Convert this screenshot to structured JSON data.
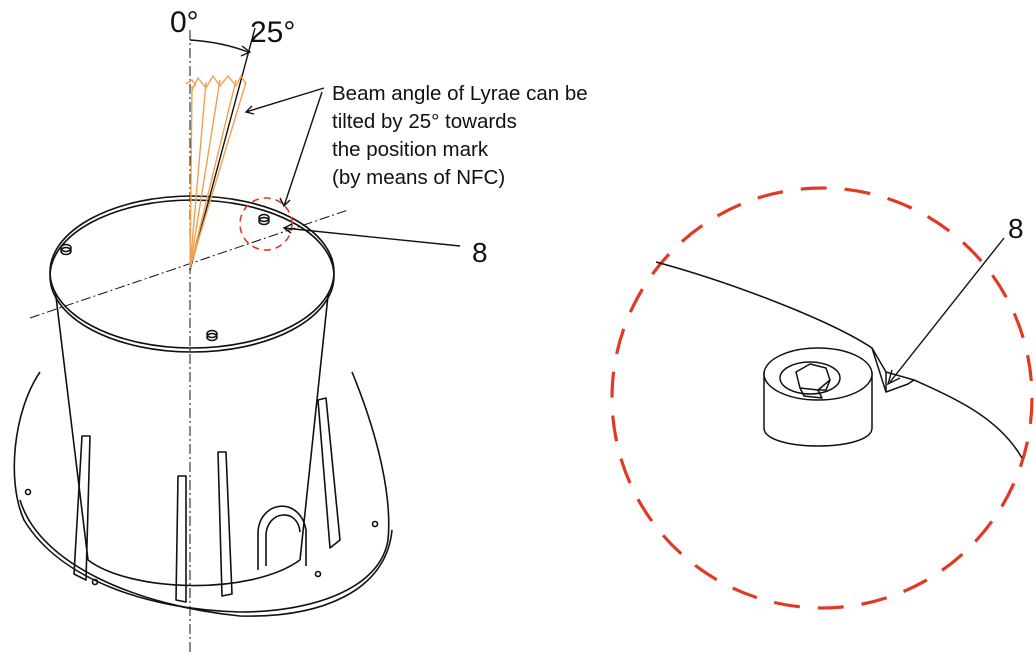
{
  "angles": {
    "zero": "0°",
    "tilt": "25°"
  },
  "callout": {
    "lines": [
      "Beam angle of Lyrae can be",
      "tilted by 25° towards",
      "the position mark",
      "(by means of NFC)"
    ]
  },
  "marks": {
    "left": "8",
    "right": "8"
  },
  "colors": {
    "beam": "#f0a050",
    "highlight": "#e03a22",
    "ink": "#111111"
  }
}
